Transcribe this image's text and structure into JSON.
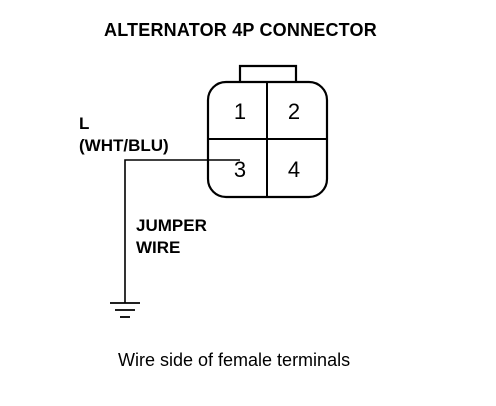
{
  "title": "ALTERNATOR 4P CONNECTOR",
  "wire": {
    "name": "L",
    "color": "(WHT/BLU)"
  },
  "jumper": {
    "line1": "JUMPER",
    "line2": "WIRE"
  },
  "terminals": [
    "1",
    "2",
    "3",
    "4"
  ],
  "caption": "Wire side of female terminals",
  "colors": {
    "ink": "#000000",
    "background": "#ffffff"
  }
}
